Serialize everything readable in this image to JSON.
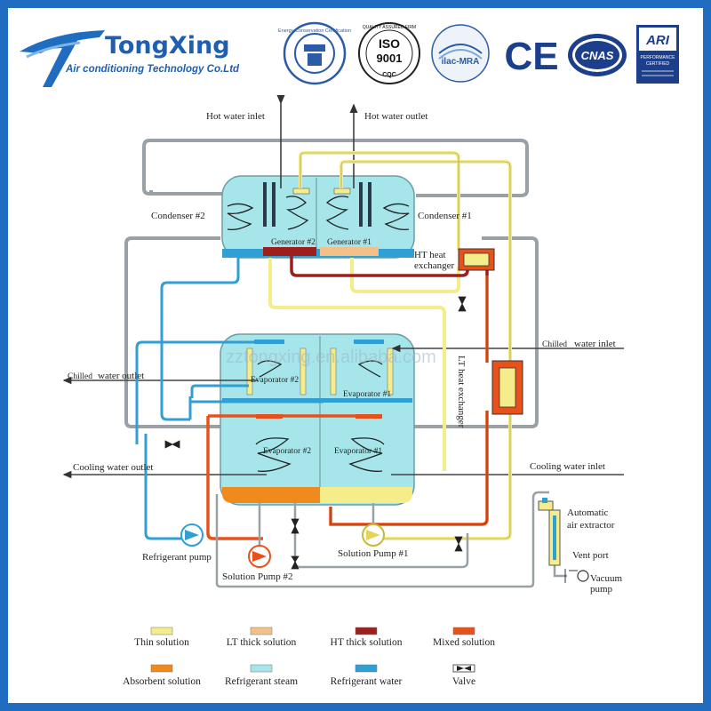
{
  "header": {
    "company": "TongXing",
    "subtitle": "Air conditioning Technology Co.Ltd",
    "badges": {
      "iso_main": "ISO",
      "iso_num": "9001",
      "iso_cqc": "CQC",
      "iso_ring": "QUALITY ASSURED FIRM",
      "ilac": "ilac-MRA",
      "ce": "CE",
      "cnas": "CNAS",
      "ari": "ARI",
      "ari_sub1": "PERFORMANCE",
      "ari_sub2": "CERTIFIED",
      "energy_ring": "Energy Conservation Certification"
    }
  },
  "labels": {
    "hot_water_inlet": "Hot water inlet",
    "hot_water_outlet": "Hot water outlet",
    "condenser2": "Condenser #2",
    "condenser1": "Condenser #1",
    "generator2": "Generator #2",
    "generator1": "Generator #1",
    "ht_heat_exchanger_1": "HT heat",
    "ht_heat_exchanger_2": "exchanger",
    "lt_heat_exchanger": "LT heat exchanger",
    "chilled_water_inlet_1": "Chilled",
    "chilled_water_inlet_2": "water inlet",
    "chilled_water_outlet_1": "Chilled",
    "chilled_water_outlet_2": "water outlet",
    "evaporator2_top": "Evaporator #2",
    "evaporator1_top": "Evaporator #1",
    "evaporator2_bot": "Evaporator #2",
    "evaporator1_bot": "Evaporator #1",
    "cooling_water_outlet": "Cooling water outlet",
    "cooling_water_inlet": "Cooling water inlet",
    "automatic_air_extractor_1": "Automatic",
    "automatic_air_extractor_2": "air extractor",
    "vent_port": "Vent port",
    "vacuum_pump_1": "Vacuum",
    "vacuum_pump_2": "pump",
    "refrigerant_pump": "Refrigerant pump",
    "solution_pump2": "Solution Pump #2",
    "solution_pump1": "Solution Pump #1",
    "watermark": "zztongxing.en.alibaba.com"
  },
  "colors": {
    "frame": "#1f6cc0",
    "refrigerant_steam": "#a6e6ea",
    "thin_solution": "#f5ec8a",
    "lt_thick_solution": "#f3c08a",
    "ht_thick_solution": "#9e1d1d",
    "mixed_solution": "#e8521a",
    "absorbent_solution": "#f08a1c",
    "refrigerant_water": "#2f9fd4",
    "pipe_gray": "#9aa1a6"
  },
  "legend": [
    {
      "label": "Thin solution",
      "color": "#f5ec8a"
    },
    {
      "label": "LT thick solution",
      "color": "#f3c08a"
    },
    {
      "label": "HT thick solution",
      "color": "#9e1d1d"
    },
    {
      "label": "Mixed solution",
      "color": "#e8521a"
    },
    {
      "label": "Absorbent solution",
      "color": "#f08a1c"
    },
    {
      "label": "Refrigerant steam",
      "color": "#a6e6ea"
    },
    {
      "label": "Refrigerant water",
      "color": "#2f9fd4"
    },
    {
      "label": "Valve",
      "color": "#ffffff"
    }
  ]
}
